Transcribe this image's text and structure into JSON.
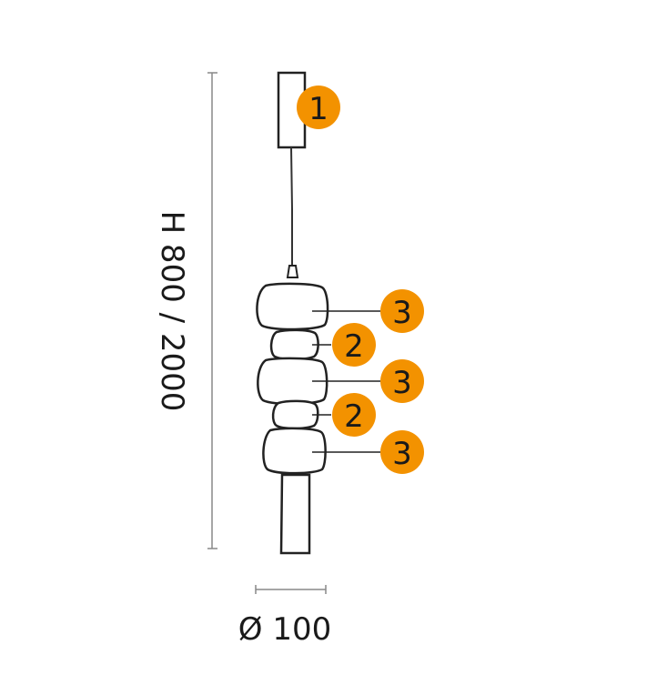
{
  "dimensions": {
    "height_label": "H 800 / 2000",
    "diameter_label": "Ø 100"
  },
  "badge_color": "#F39200",
  "callouts": [
    {
      "number": "1",
      "part": "canopy"
    },
    {
      "number": "3",
      "part": "large-glass-segment"
    },
    {
      "number": "2",
      "part": "small-glass-segment"
    },
    {
      "number": "3",
      "part": "large-glass-segment"
    },
    {
      "number": "2",
      "part": "small-glass-segment"
    },
    {
      "number": "3",
      "part": "large-glass-segment"
    }
  ]
}
